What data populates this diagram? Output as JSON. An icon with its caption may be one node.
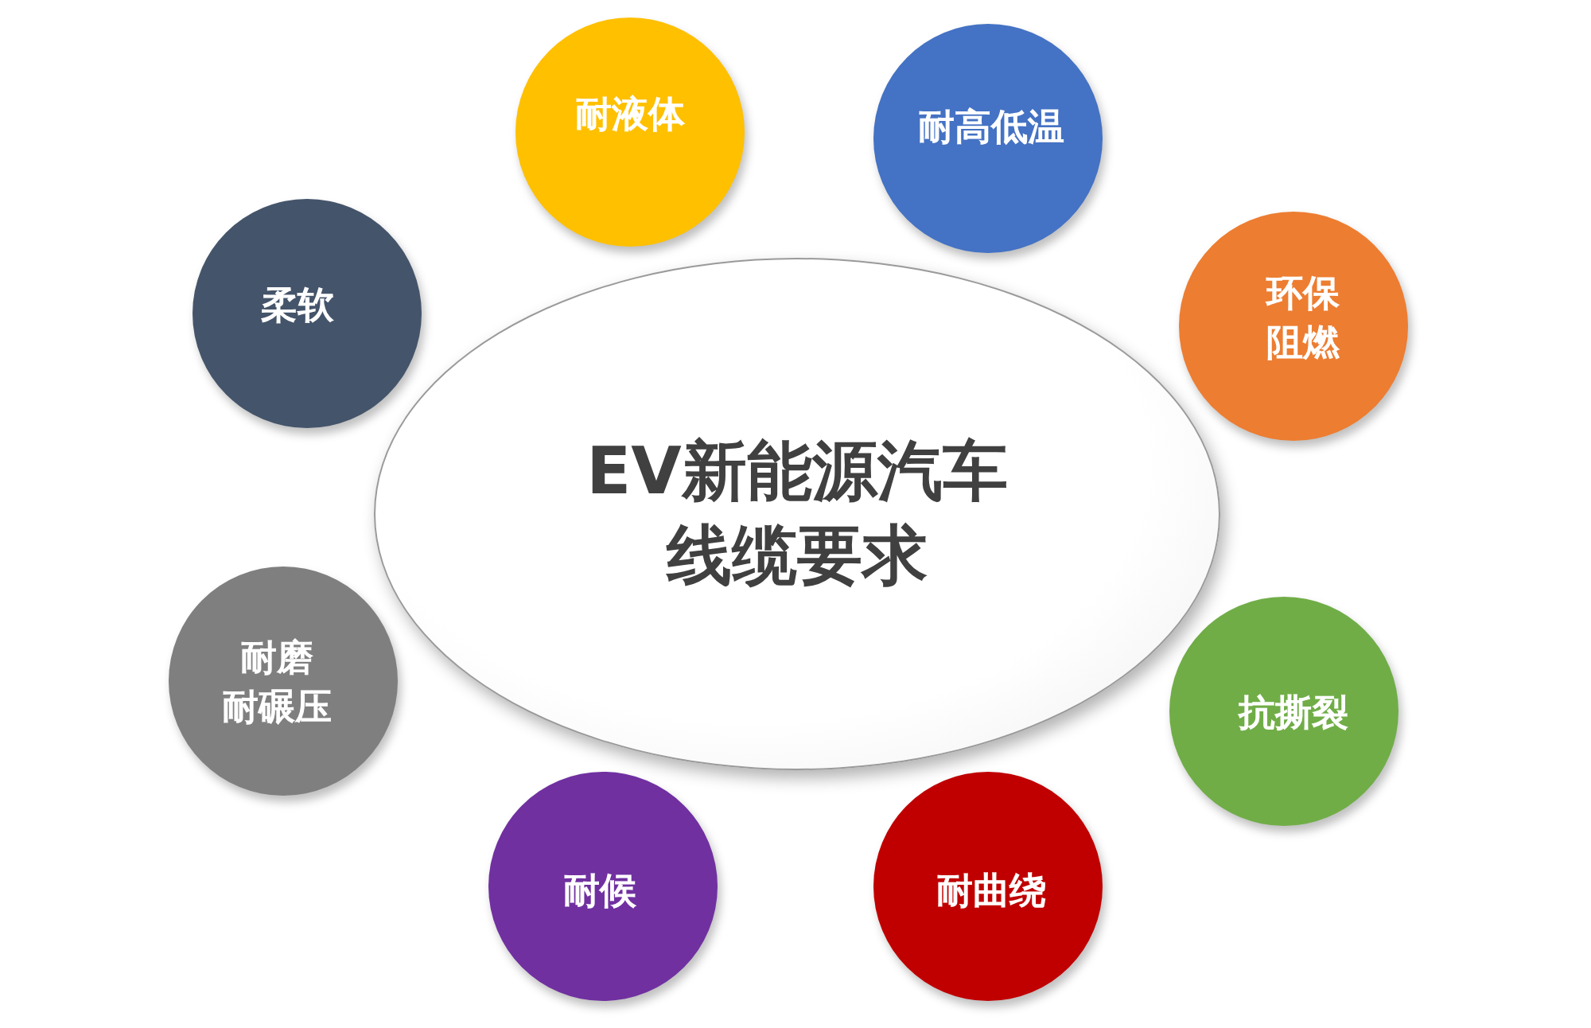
{
  "diagram": {
    "nodes": [
      {
        "text": [
          "EV新能源汽车线缆要求"
        ]
      },
      {
        "text": [
          "耐液体"
        ]
      },
      {
        "text": [
          "耐高低温"
        ]
      },
      {
        "text": [
          "环保",
          "阻燃"
        ]
      },
      {
        "text": [
          "抗撕裂"
        ]
      },
      {
        "text": [
          "耐曲绕"
        ]
      },
      {
        "text": [
          "耐候"
        ]
      },
      {
        "text": [
          "耐磨",
          "耐碾压"
        ]
      },
      {
        "text": [
          "柔软"
        ]
      }
    ]
  }
}
